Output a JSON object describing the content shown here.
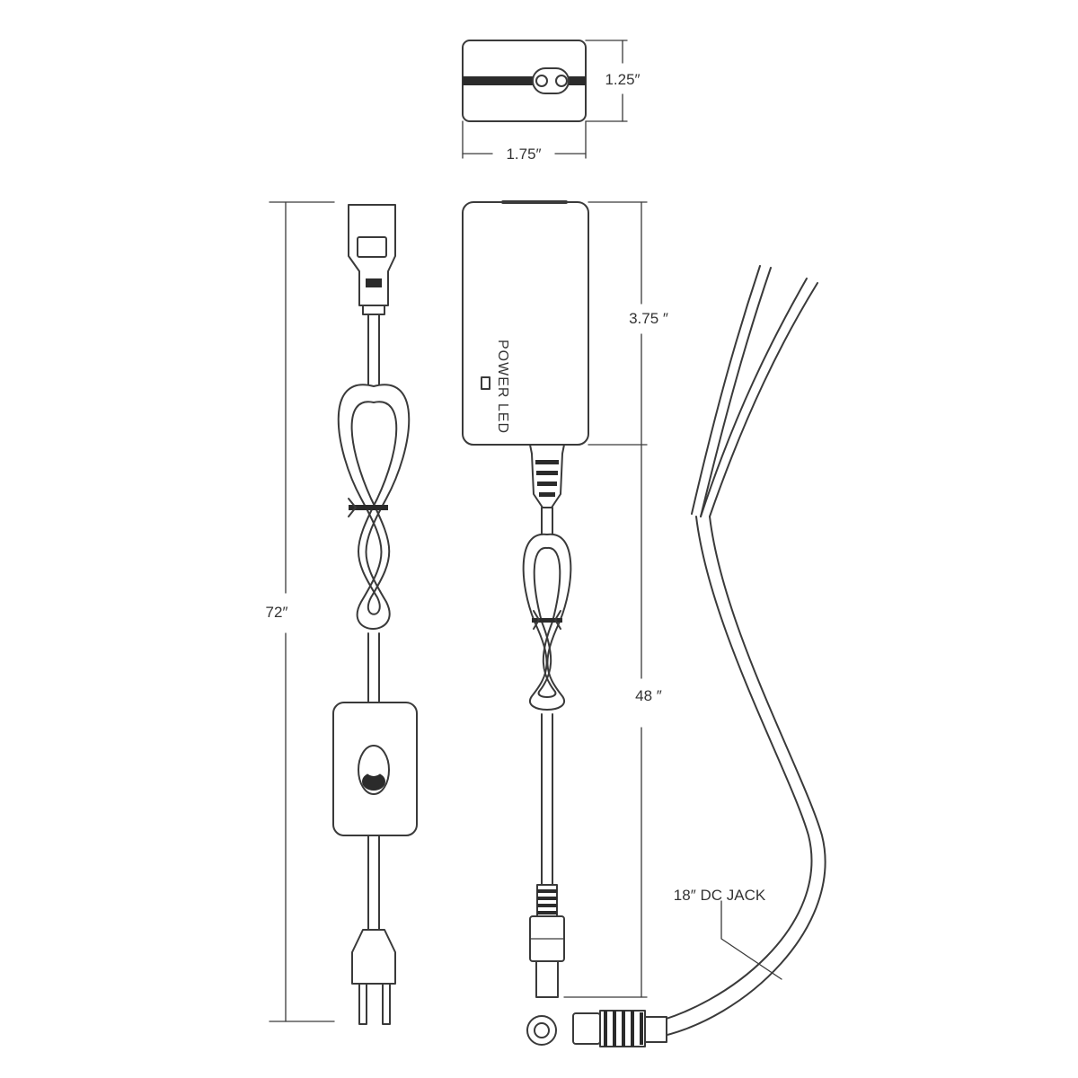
{
  "dimensions": {
    "height_top": "1.25″",
    "width_top": "1.75″",
    "overall_length": "72″",
    "adapter_length": "3.75 ″",
    "dc_cord_length": "48 ″",
    "dc_jack_lead": "18″ DC JACK"
  },
  "adapter": {
    "led_label": "POWER LED"
  },
  "colors": {
    "line": "#3a3a3a",
    "background": "#ffffff"
  }
}
